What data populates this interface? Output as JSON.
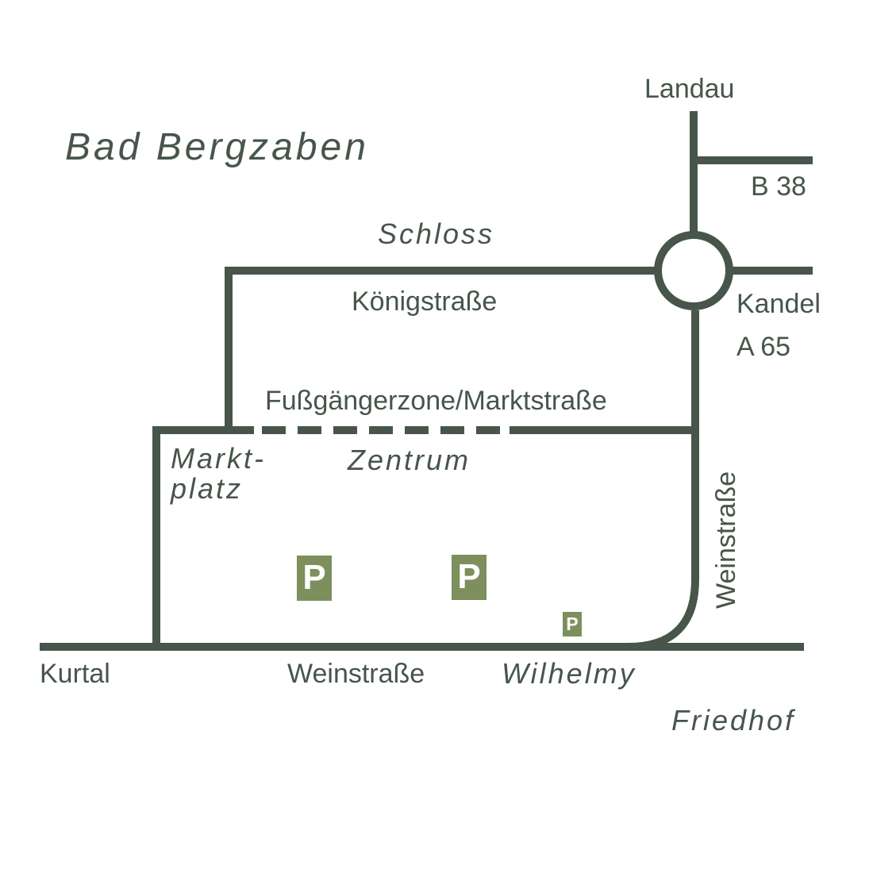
{
  "map": {
    "title": "Bad Bergzaben",
    "labels": {
      "landau": "Landau",
      "b38": "B 38",
      "schloss": "Schloss",
      "koenigstrasse": "Königstraße",
      "kandel": "Kandel",
      "a65": "A 65",
      "fussgaengerzone": "Fußgängerzone/Marktstraße",
      "marktplatz_1": "Markt-",
      "marktplatz_2": "platz",
      "zentrum": "Zentrum",
      "weinstrasse_vertical": "Weinstraße",
      "kurtal": "Kurtal",
      "weinstrasse": "Weinstraße",
      "wilhelmy": "Wilhelmy",
      "friedhof": "Friedhof"
    },
    "parking": {
      "symbol": "P",
      "count": 3
    },
    "colors": {
      "road": "#47554a",
      "text": "#47554a",
      "parking": "#7d8f5d"
    }
  }
}
